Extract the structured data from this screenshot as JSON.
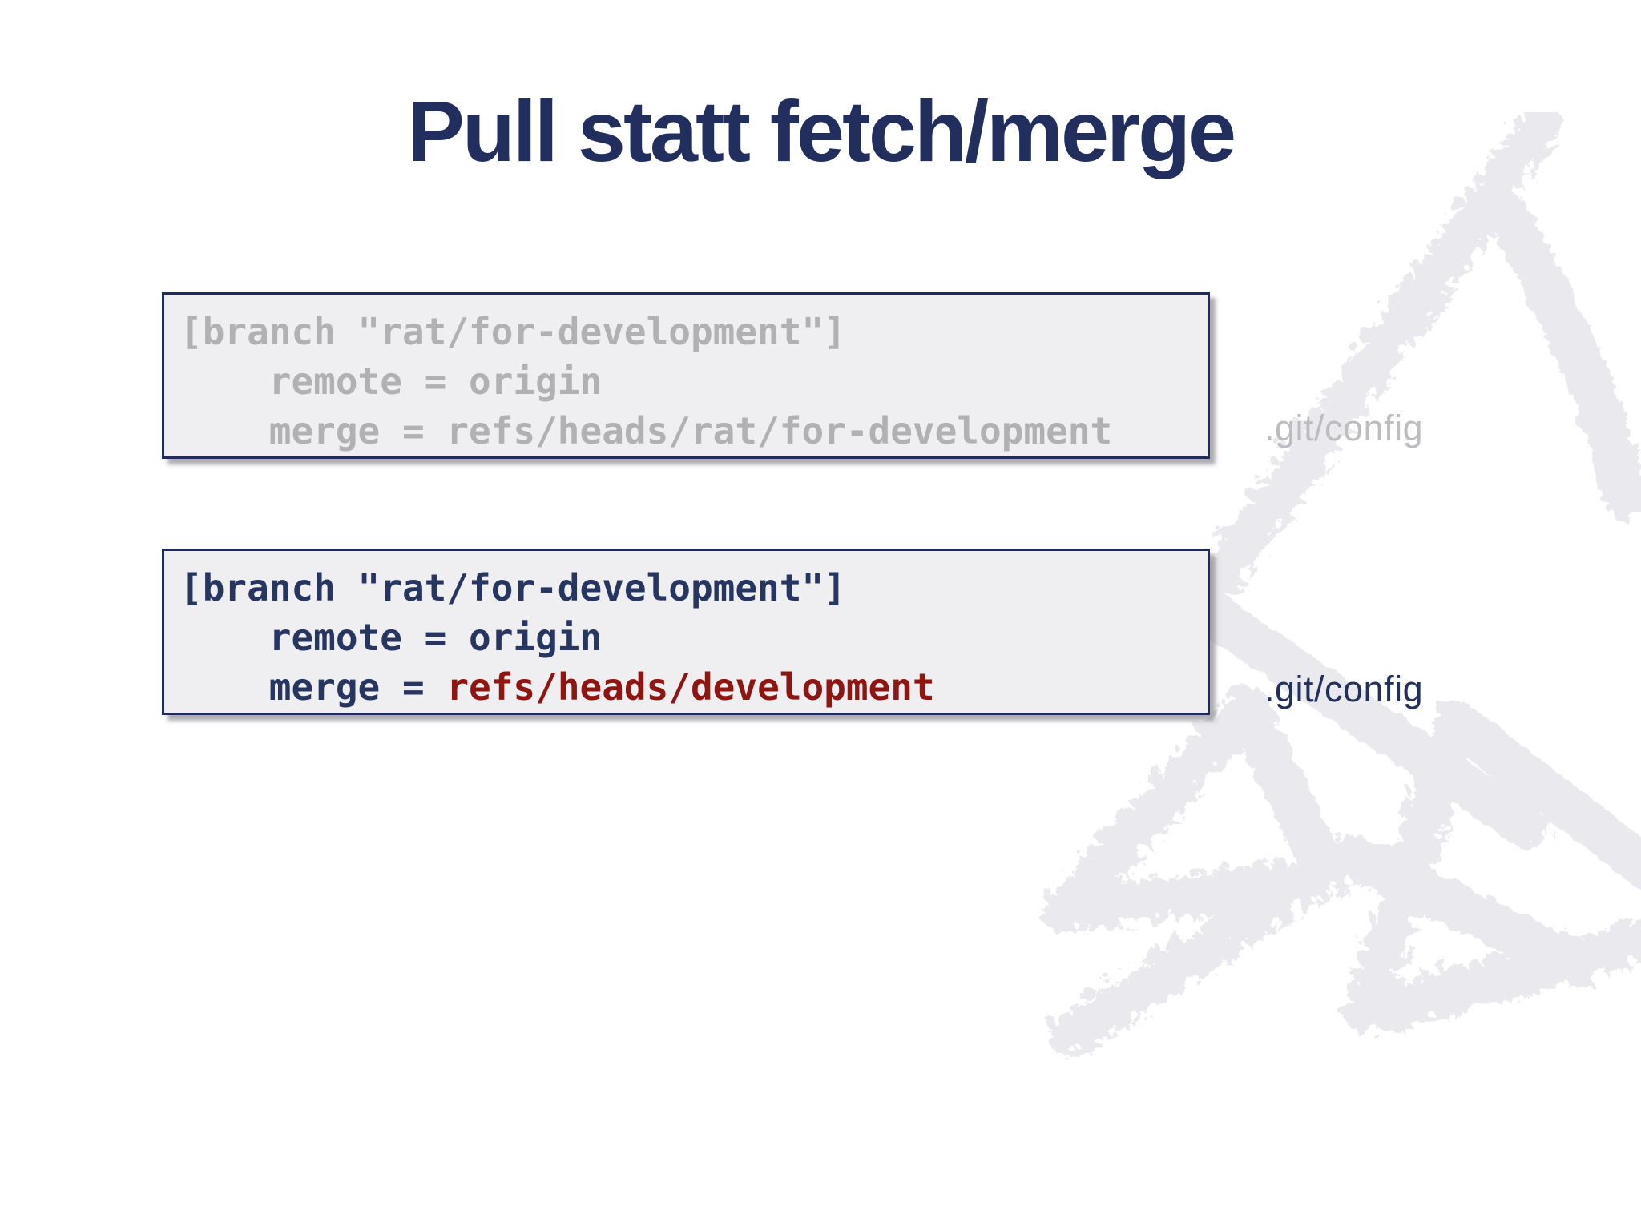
{
  "slide": {
    "title": "Pull statt fetch/merge"
  },
  "config_box_old": {
    "line1": "[branch \"rat/for-development\"]",
    "line2": "    remote = origin",
    "line3": "    merge = refs/heads/rat/for-development",
    "label": ".git/config"
  },
  "config_box_new": {
    "line1": "[branch \"rat/for-development\"]",
    "line2": "    remote = origin",
    "line3_prefix": "    merge = ",
    "line3_highlight": "refs/heads/development",
    "label": ".git/config"
  },
  "watermark": {
    "icon": "brush-triangles-watermark"
  },
  "colors": {
    "title_navy": "#222f5e",
    "code_navy": "#273561",
    "code_muted_gray": "#b1b1b4",
    "highlight_red": "#8e1511",
    "box_fill": "#efeff1",
    "box_border_navy": "#1f2c5a",
    "label_muted_gray": "#bdbdc0",
    "label_navy": "#22305c",
    "watermark": "#e9e9ee",
    "background": "#ffffff"
  }
}
